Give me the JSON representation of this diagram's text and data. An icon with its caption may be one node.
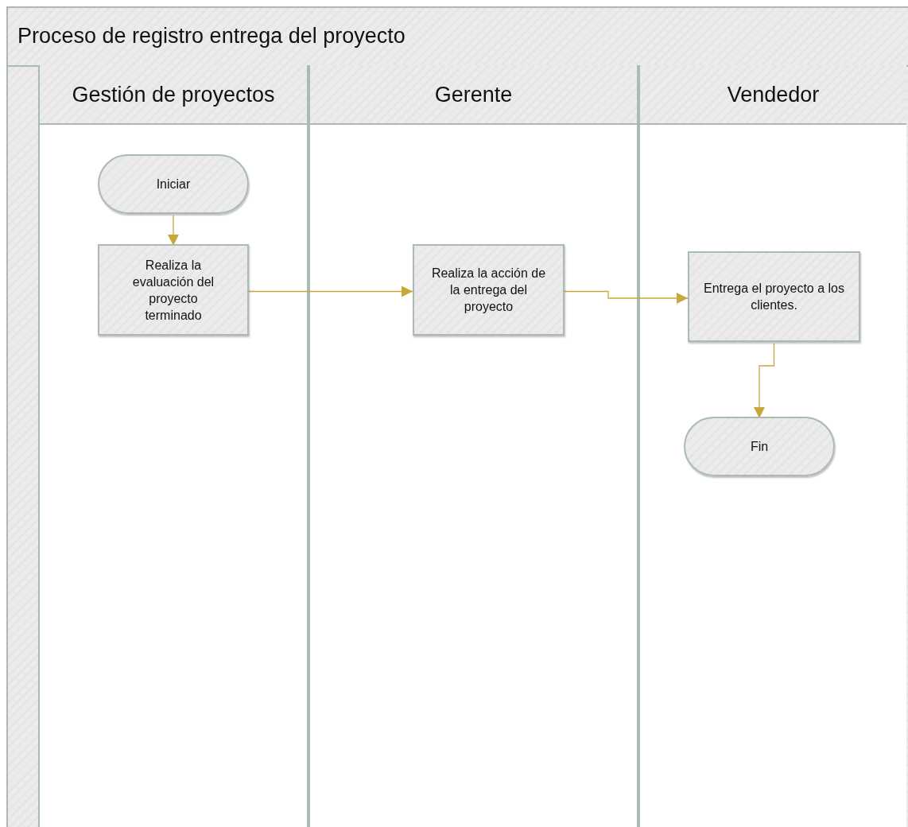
{
  "diagram": {
    "nodes": [
      {
        "text": [
          "Proceso de registro entrega del proyecto"
        ]
      },
      {
        "text": [
          "Gestión de proyectos"
        ],
        "in": 0
      },
      {
        "text": [
          "Gerente"
        ],
        "in": 0
      },
      {
        "text": [
          "Vendedor"
        ],
        "in": 0
      },
      {
        "text": [
          "Iniciar"
        ],
        "in": 1
      },
      {
        "text": [
          "Realiza la evaluación del proyecto terminado"
        ],
        "in": 1
      },
      {
        "text": [
          "Realiza la acción de la entrega del proyecto"
        ],
        "in": 2
      },
      {
        "text": [
          "Entrega el proyecto a los clientes."
        ],
        "in": 3
      },
      {
        "text": [
          "Fin"
        ],
        "in": 3
      }
    ],
    "edges": [
      {
        "from": 4,
        "to": 5,
        "arrow": "to"
      },
      {
        "from": 5,
        "to": 6,
        "arrow": "to"
      },
      {
        "from": 6,
        "to": 7,
        "arrow": "to"
      },
      {
        "from": 7,
        "to": 8,
        "arrow": "to"
      }
    ]
  }
}
